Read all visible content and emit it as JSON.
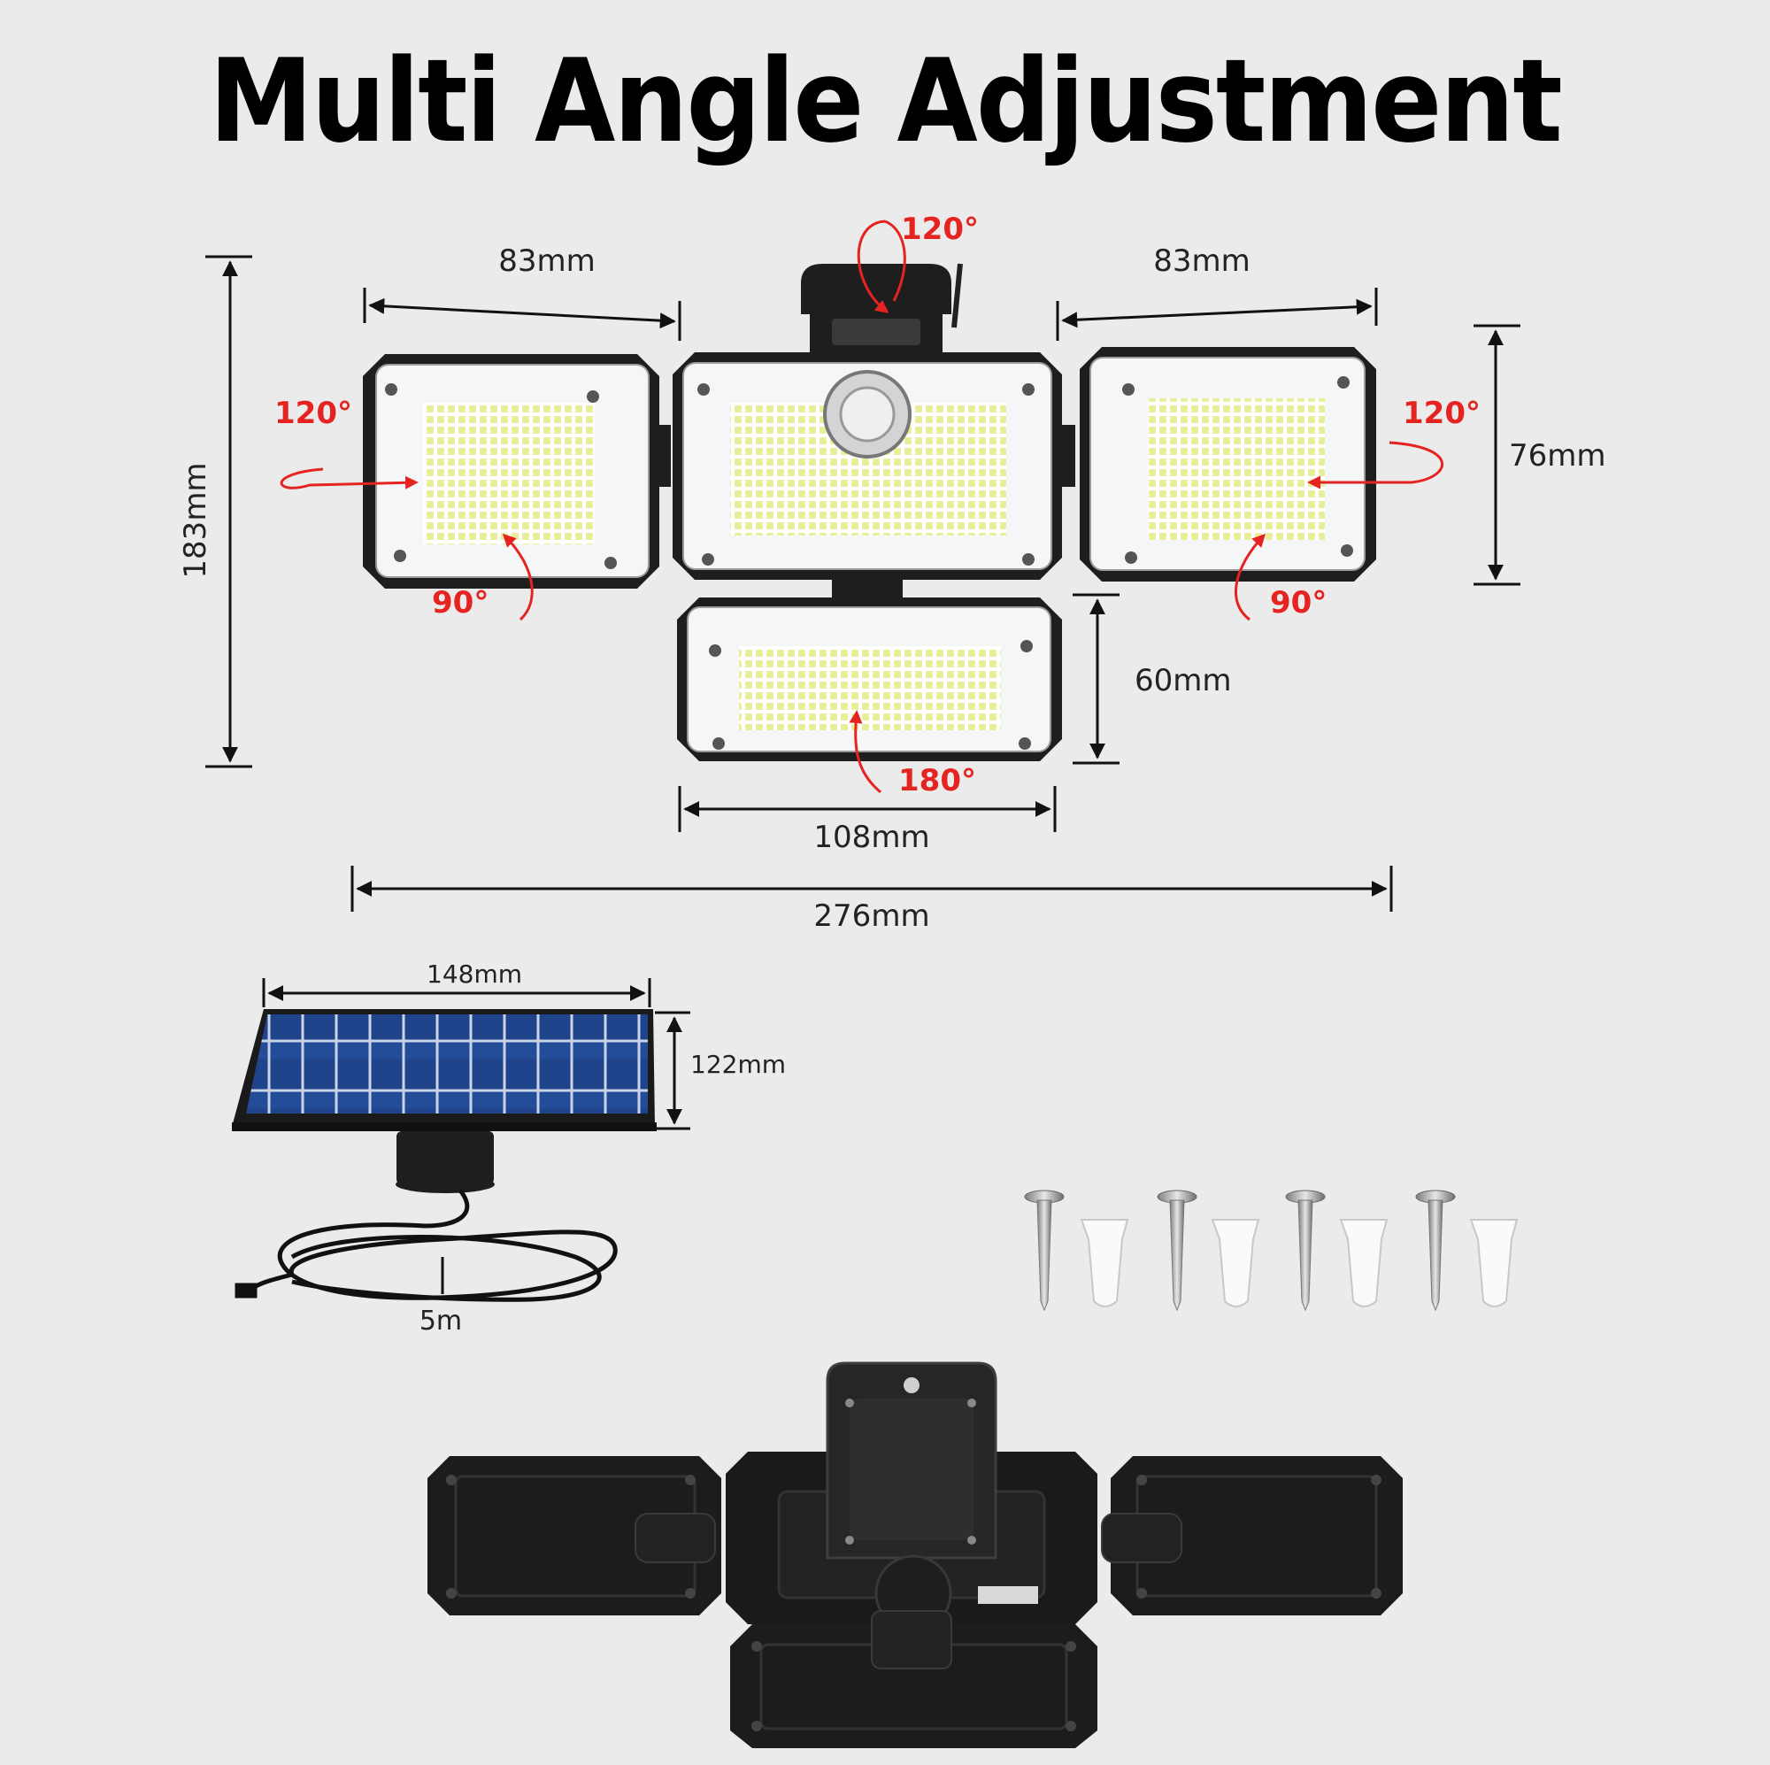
{
  "title": "Multi Angle Adjustment",
  "dimensions": {
    "left_panel_width": "83mm",
    "right_panel_width": "83mm",
    "total_height": "183mm",
    "side_panel_height": "76mm",
    "bottom_panel_height": "60mm",
    "bottom_panel_width": "108mm",
    "total_width": "276mm",
    "solar_width": "148mm",
    "solar_height": "122mm",
    "cable_length": "5m"
  },
  "angles": {
    "top": "120°",
    "left": "120°",
    "right": "120°",
    "left_bottom": "90°",
    "right_bottom": "90°",
    "bottom": "180°"
  },
  "colors": {
    "background": "#ebebeb",
    "angle_red": "#e52421",
    "housing": "#1e1e1e",
    "led": "#f2f5b0",
    "solar_blue": "#1d3f86"
  },
  "hardware": {
    "screw_count": 4,
    "anchor_count": 4
  }
}
